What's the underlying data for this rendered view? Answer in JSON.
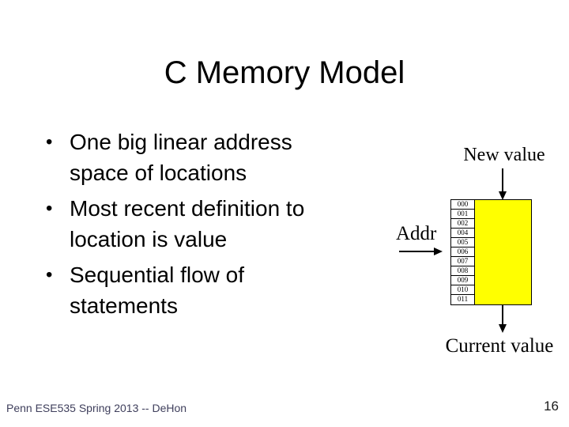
{
  "slide": {
    "title": "C Memory Model",
    "bullet_char": "•",
    "bullets": [
      {
        "line1": "One big linear address",
        "line2": "space of locations"
      },
      {
        "line1": "Most recent definition to",
        "line2": "location is value"
      },
      {
        "line1": "Sequential flow of",
        "line2": "statements"
      }
    ]
  },
  "diagram": {
    "new_value_label": "New value",
    "addr_label": "Addr",
    "current_value_label": "Current value",
    "memory": {
      "addresses": [
        "000",
        "001",
        "002",
        "004",
        "005",
        "006",
        "007",
        "008",
        "009",
        "010",
        "011"
      ],
      "cell_fill": "#FFFF00",
      "border_color": "#000000"
    }
  },
  "footer": {
    "course": "Penn ESE535 Spring 2013 -- DeHon",
    "page_number": "16",
    "text_color": "#3F3F5C"
  }
}
